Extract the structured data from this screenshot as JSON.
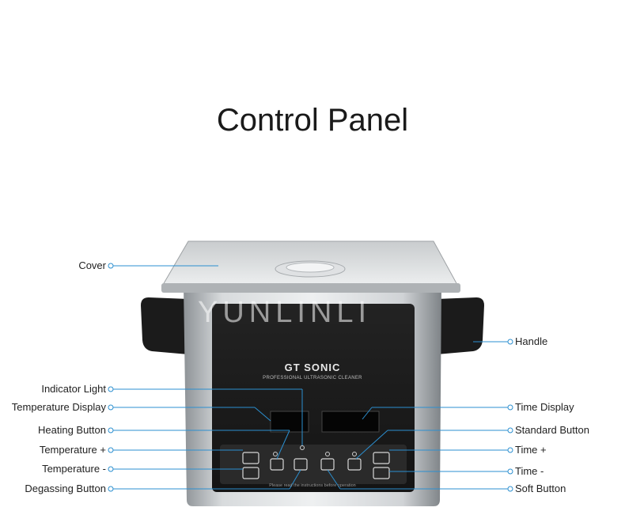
{
  "title": "Control Panel",
  "watermark": "YUNLINLI",
  "device": {
    "brand": "GT SONIC",
    "subtitle": "PROFESSIONAL ULTRASONIC CLEANER",
    "note": "Please read the instructions before operation"
  },
  "labels_left": [
    "Cover",
    "Indicator Light",
    "Temperature Display",
    "Heating Button",
    "Temperature +",
    "Temperature -",
    "Degassing Button"
  ],
  "labels_right": [
    "Handle",
    "Time Display",
    "Standard Button",
    "Time +",
    "Time -",
    "Soft Button"
  ],
  "colors": {
    "line": "#2b8fd0",
    "steel": "#b9bdc1",
    "panel": "#1c1c1c"
  }
}
